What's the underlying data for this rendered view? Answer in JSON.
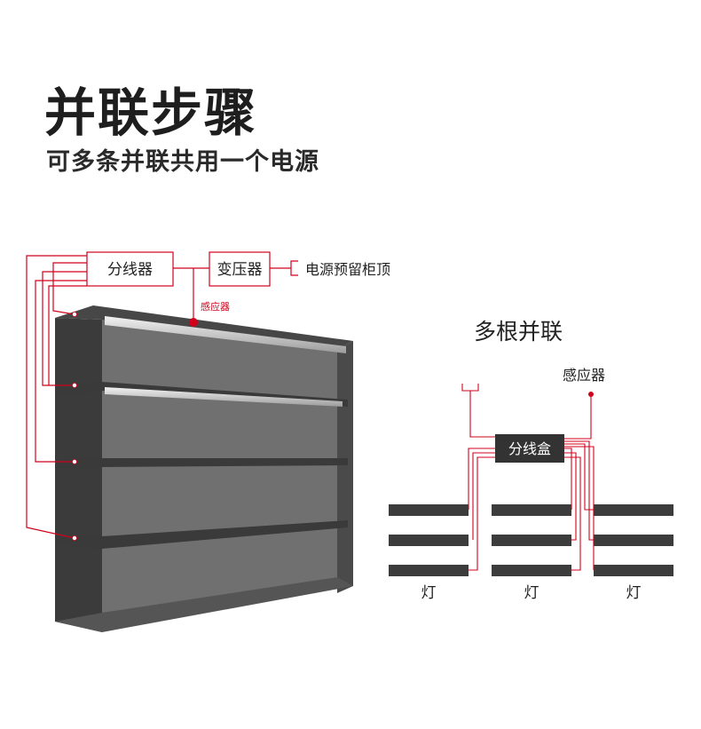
{
  "title": "并联步骤",
  "subtitle": "可多条并联共用一个电源",
  "left_diagram": {
    "splitter_label": "分线器",
    "transformer_label": "变压器",
    "power_label": "电源预留柜顶",
    "sensor_label": "感应器"
  },
  "right_diagram": {
    "heading": "多根并联",
    "sensor_label": "感应器",
    "junction_label": "分线盒",
    "lamp_labels": [
      "灯",
      "灯",
      "灯"
    ]
  },
  "colors": {
    "accent_red": "#d0021b",
    "cabinet_dark": "#3a3a3a",
    "lamp_bar": "#3c3c3c",
    "box_dark": "#333333"
  }
}
